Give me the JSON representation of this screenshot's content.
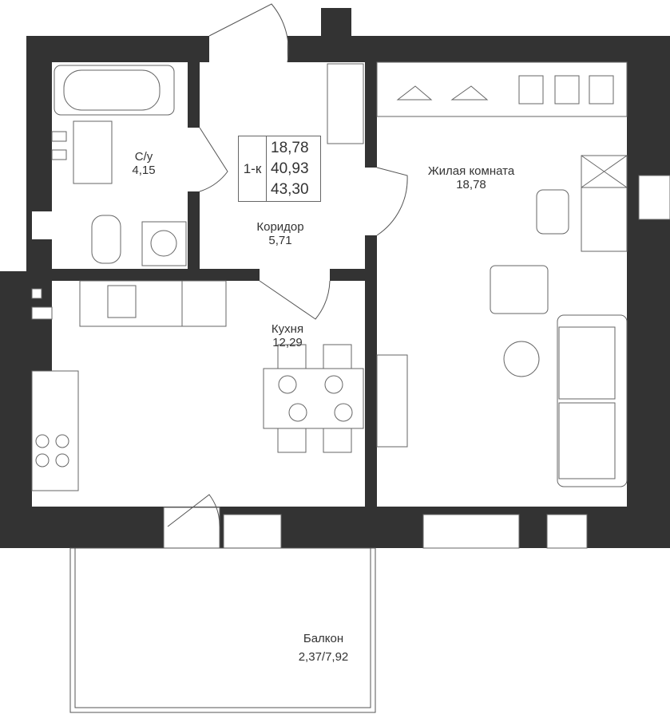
{
  "apartment": {
    "type": "1-к",
    "areas": [
      "18,78",
      "40,93",
      "43,30"
    ]
  },
  "rooms": [
    {
      "name": "С/у",
      "area": "4,15"
    },
    {
      "name": "Коридор",
      "area": "5,71"
    },
    {
      "name": "Жилая комната",
      "area": "18,78"
    },
    {
      "name": "Кухня",
      "area": "12,29"
    },
    {
      "name": "Балкон",
      "area": "2,37/7,92"
    }
  ],
  "colors": {
    "wall": "#333333",
    "line": "#555555"
  }
}
